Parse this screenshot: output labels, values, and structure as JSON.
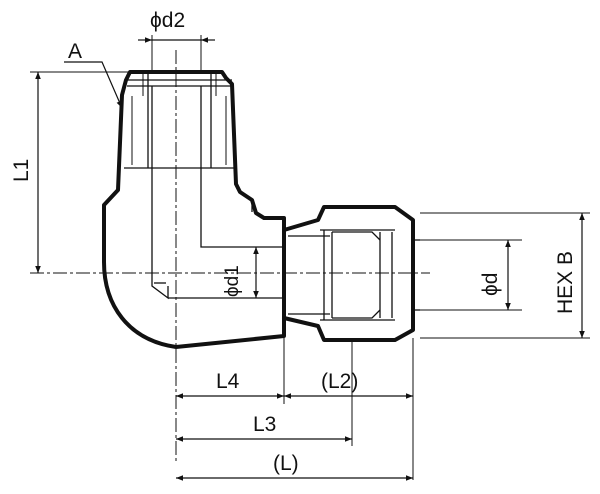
{
  "labels": {
    "phi_d2": "ϕd2",
    "a": "A",
    "l1": "L1",
    "phi_d1": "ϕd1",
    "phi_d": "ϕd",
    "hex_b": "HEX B",
    "l4": "L4",
    "l2": "(L2)",
    "l3": "L3",
    "l": "(L)"
  }
}
